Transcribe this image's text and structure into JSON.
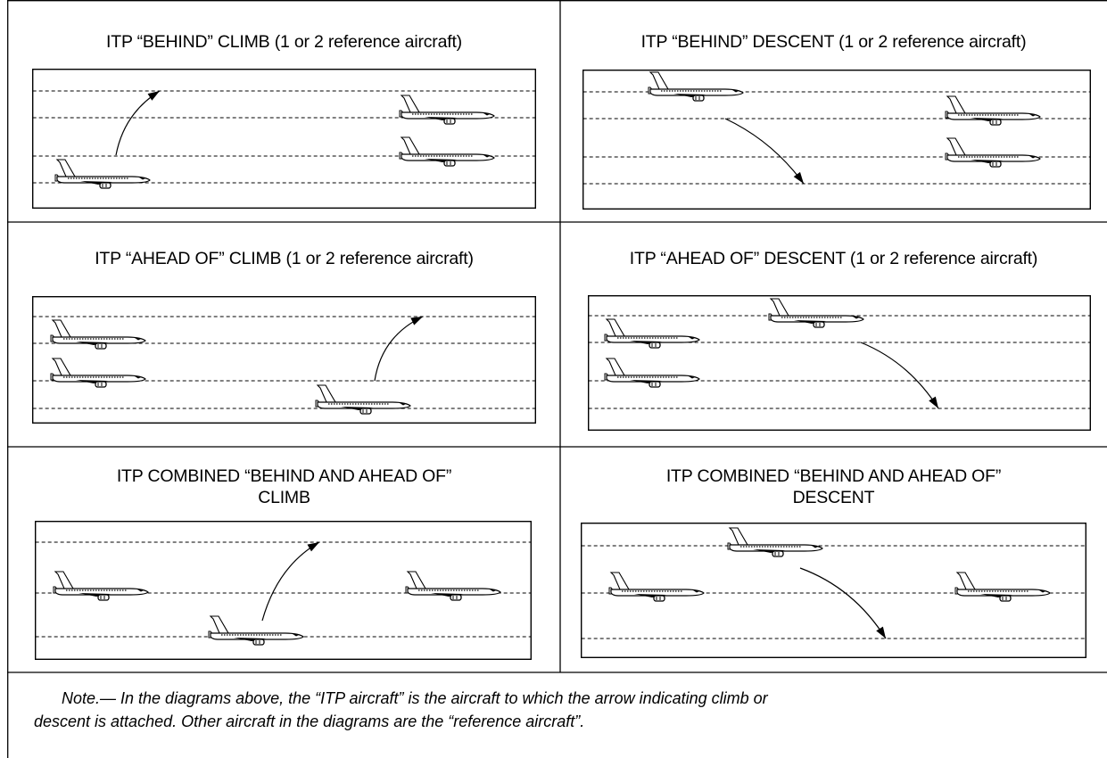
{
  "panels": [
    {
      "title": "ITP “BEHIND” CLIMB (1 or 2 reference aircraft)",
      "maneuver": "climb",
      "itp_position": "behind",
      "reference_aircraft": 2
    },
    {
      "title": "ITP “BEHIND” DESCENT (1 or 2 reference aircraft)",
      "maneuver": "descent",
      "itp_position": "behind",
      "reference_aircraft": 2
    },
    {
      "title": "ITP  “AHEAD OF” CLIMB (1 or 2 reference aircraft)",
      "maneuver": "climb",
      "itp_position": "ahead of",
      "reference_aircraft": 2
    },
    {
      "title": "ITP  “AHEAD OF” DESCENT (1 or 2 reference aircraft)",
      "maneuver": "descent",
      "itp_position": "ahead of",
      "reference_aircraft": 2
    },
    {
      "title": "ITP  COMBINED “BEHIND AND AHEAD OF”\nCLIMB",
      "maneuver": "climb",
      "itp_position": "behind and ahead of",
      "reference_aircraft": 2
    },
    {
      "title": "ITP  COMBINED “BEHIND AND AHEAD OF”\nDESCENT",
      "maneuver": "descent",
      "itp_position": "behind and ahead of",
      "reference_aircraft": 2
    }
  ],
  "note": {
    "line1": "Note.— In the diagrams above, the “ITP aircraft” is the aircraft to which the arrow indicating climb or",
    "line2": "descent is attached. Other aircraft in the diagrams are the “reference aircraft”."
  }
}
